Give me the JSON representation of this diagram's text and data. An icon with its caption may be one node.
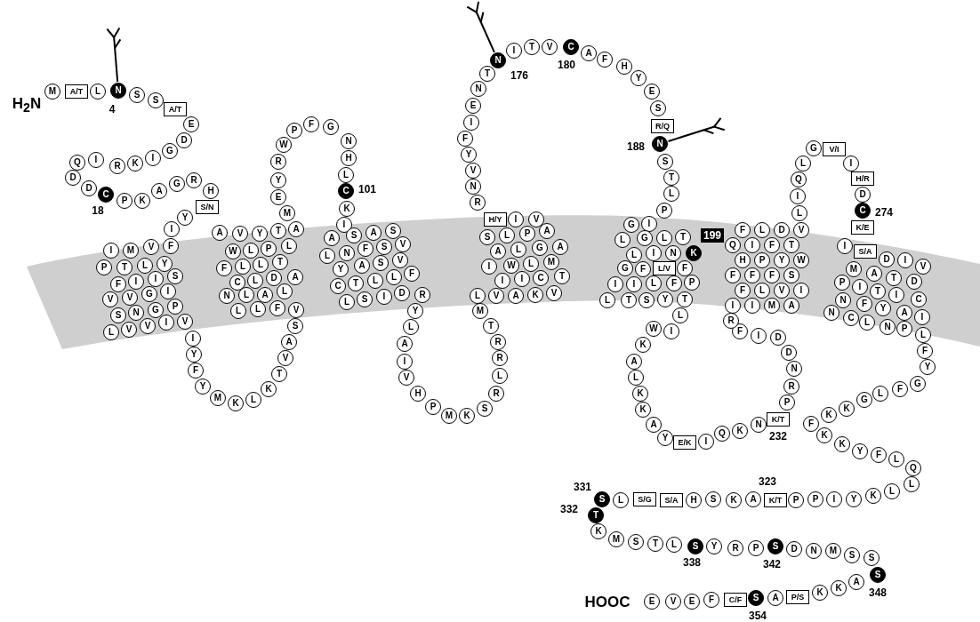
{
  "diagram": {
    "nodes": [
      {
        "text": [
          "M"
        ]
      },
      {
        "text": [
          "A/T"
        ]
      },
      {
        "text": [
          "L"
        ]
      },
      {
        "text": [
          "N"
        ],
        "beside": [
          "4"
        ]
      },
      {
        "text": [
          "S"
        ]
      },
      {
        "text": [
          "S"
        ]
      },
      {
        "text": [
          "A/T"
        ]
      },
      {
        "text": [
          "E"
        ]
      },
      {
        "text": [
          "D"
        ]
      },
      {
        "text": [
          "G"
        ]
      },
      {
        "text": [
          "I"
        ]
      },
      {
        "text": [
          "K"
        ]
      },
      {
        "text": [
          "R"
        ]
      },
      {
        "text": [
          "I"
        ]
      },
      {
        "text": [
          "Q"
        ]
      },
      {
        "text": [
          "D"
        ]
      },
      {
        "text": [
          "D"
        ]
      },
      {
        "text": [
          "C"
        ],
        "beside": [
          "18"
        ]
      },
      {
        "text": [
          "P"
        ]
      },
      {
        "text": [
          "K"
        ]
      },
      {
        "text": [
          "A"
        ]
      },
      {
        "text": [
          "G"
        ]
      },
      {
        "text": [
          "R"
        ]
      },
      {
        "text": [
          "H"
        ]
      },
      {
        "text": [
          "S/N"
        ]
      },
      {
        "text": [
          "Y"
        ]
      },
      {
        "text": [
          "I"
        ]
      },
      {
        "text": [
          "I"
        ]
      },
      {
        "text": [
          "M"
        ]
      },
      {
        "text": [
          "V"
        ]
      },
      {
        "text": [
          "F"
        ]
      },
      {
        "text": [
          "P"
        ]
      },
      {
        "text": [
          "T"
        ]
      },
      {
        "text": [
          "L"
        ]
      },
      {
        "text": [
          "Y"
        ]
      },
      {
        "text": [
          "F"
        ]
      },
      {
        "text": [
          "I"
        ]
      },
      {
        "text": [
          "I"
        ]
      },
      {
        "text": [
          "S"
        ]
      },
      {
        "text": [
          "V"
        ]
      },
      {
        "text": [
          "V"
        ]
      },
      {
        "text": [
          "G"
        ]
      },
      {
        "text": [
          "I"
        ]
      },
      {
        "text": [
          "S"
        ]
      },
      {
        "text": [
          "N"
        ]
      },
      {
        "text": [
          "G"
        ]
      },
      {
        "text": [
          "P"
        ]
      },
      {
        "text": [
          "L"
        ]
      },
      {
        "text": [
          "V"
        ]
      },
      {
        "text": [
          "V"
        ]
      },
      {
        "text": [
          "I"
        ]
      },
      {
        "text": [
          "V"
        ]
      },
      {
        "text": [
          "I"
        ]
      },
      {
        "text": [
          "Y"
        ]
      },
      {
        "text": [
          "F"
        ]
      },
      {
        "text": [
          "Y"
        ]
      },
      {
        "text": [
          "M"
        ]
      },
      {
        "text": [
          "K"
        ]
      },
      {
        "text": [
          "L"
        ]
      },
      {
        "text": [
          "K"
        ]
      },
      {
        "text": [
          "T"
        ]
      },
      {
        "text": [
          "V"
        ]
      },
      {
        "text": [
          "A"
        ]
      },
      {
        "text": [
          "S"
        ]
      },
      {
        "text": [
          "A"
        ]
      },
      {
        "text": [
          "V"
        ]
      },
      {
        "text": [
          "Y"
        ]
      },
      {
        "text": [
          "T"
        ]
      },
      {
        "text": [
          "A"
        ]
      },
      {
        "text": [
          "W"
        ]
      },
      {
        "text": [
          "L"
        ]
      },
      {
        "text": [
          "P"
        ]
      },
      {
        "text": [
          "L"
        ]
      },
      {
        "text": [
          "F"
        ]
      },
      {
        "text": [
          "L"
        ]
      },
      {
        "text": [
          "L"
        ]
      },
      {
        "text": [
          "T"
        ]
      },
      {
        "text": [
          "C"
        ]
      },
      {
        "text": [
          "L"
        ]
      },
      {
        "text": [
          "D"
        ]
      },
      {
        "text": [
          "A"
        ]
      },
      {
        "text": [
          "N"
        ]
      },
      {
        "text": [
          "L"
        ]
      },
      {
        "text": [
          "A"
        ]
      },
      {
        "text": [
          "L"
        ]
      },
      {
        "text": [
          "L"
        ]
      },
      {
        "text": [
          "L"
        ]
      },
      {
        "text": [
          "F"
        ]
      },
      {
        "text": [
          "V"
        ]
      },
      {
        "text": [
          "M"
        ]
      },
      {
        "text": [
          "E"
        ]
      },
      {
        "text": [
          "Y"
        ]
      },
      {
        "text": [
          "R"
        ]
      },
      {
        "text": [
          "W"
        ]
      },
      {
        "text": [
          "P"
        ]
      },
      {
        "text": [
          "F"
        ]
      },
      {
        "text": [
          "G"
        ]
      },
      {
        "text": [
          "N"
        ]
      },
      {
        "text": [
          "H"
        ]
      },
      {
        "text": [
          "L"
        ]
      },
      {
        "text": [
          "C"
        ],
        "beside": [
          "101"
        ]
      },
      {
        "text": [
          "K"
        ]
      },
      {
        "text": [
          "I"
        ]
      },
      {
        "text": [
          "A"
        ]
      },
      {
        "text": [
          "S"
        ]
      },
      {
        "text": [
          "A"
        ]
      },
      {
        "text": [
          "S"
        ]
      },
      {
        "text": [
          "L"
        ]
      },
      {
        "text": [
          "N"
        ]
      },
      {
        "text": [
          "F"
        ]
      },
      {
        "text": [
          "S"
        ]
      },
      {
        "text": [
          "V"
        ]
      },
      {
        "text": [
          "Y"
        ]
      },
      {
        "text": [
          "A"
        ]
      },
      {
        "text": [
          "S"
        ]
      },
      {
        "text": [
          "V"
        ]
      },
      {
        "text": [
          "C"
        ]
      },
      {
        "text": [
          "T"
        ]
      },
      {
        "text": [
          "L"
        ]
      },
      {
        "text": [
          "L"
        ]
      },
      {
        "text": [
          "F"
        ]
      },
      {
        "text": [
          "L"
        ]
      },
      {
        "text": [
          "S"
        ]
      },
      {
        "text": [
          "I"
        ]
      },
      {
        "text": [
          "D"
        ]
      },
      {
        "text": [
          "R"
        ]
      },
      {
        "text": [
          "Y"
        ]
      },
      {
        "text": [
          "L"
        ]
      },
      {
        "text": [
          "A"
        ]
      },
      {
        "text": [
          "I"
        ]
      },
      {
        "text": [
          "V"
        ]
      },
      {
        "text": [
          "H"
        ]
      },
      {
        "text": [
          "P"
        ]
      },
      {
        "text": [
          "M"
        ]
      },
      {
        "text": [
          "K"
        ]
      },
      {
        "text": [
          "S"
        ]
      },
      {
        "text": [
          "R"
        ]
      },
      {
        "text": [
          "L"
        ]
      },
      {
        "text": [
          "R"
        ]
      },
      {
        "text": [
          "R"
        ]
      },
      {
        "text": [
          "T"
        ]
      },
      {
        "text": [
          "M"
        ]
      },
      {
        "text": [
          "H/Y"
        ]
      },
      {
        "text": [
          "I"
        ]
      },
      {
        "text": [
          "V"
        ]
      },
      {
        "text": [
          "S"
        ]
      },
      {
        "text": [
          "L"
        ]
      },
      {
        "text": [
          "P"
        ]
      },
      {
        "text": [
          "A"
        ]
      },
      {
        "text": [
          "A"
        ]
      },
      {
        "text": [
          "L"
        ]
      },
      {
        "text": [
          "G"
        ]
      },
      {
        "text": [
          "A"
        ]
      },
      {
        "text": [
          "I"
        ]
      },
      {
        "text": [
          "W"
        ]
      },
      {
        "text": [
          "L"
        ]
      },
      {
        "text": [
          "M"
        ]
      },
      {
        "text": [
          "I"
        ]
      },
      {
        "text": [
          "I"
        ]
      },
      {
        "text": [
          "C"
        ]
      },
      {
        "text": [
          "T"
        ]
      },
      {
        "text": [
          "L"
        ]
      },
      {
        "text": [
          "V"
        ]
      },
      {
        "text": [
          "A"
        ]
      },
      {
        "text": [
          "K"
        ]
      },
      {
        "text": [
          "V"
        ]
      },
      {
        "text": [
          "R"
        ]
      },
      {
        "text": [
          "N"
        ]
      },
      {
        "text": [
          "V"
        ]
      },
      {
        "text": [
          "Y"
        ]
      },
      {
        "text": [
          "F"
        ]
      },
      {
        "text": [
          "I"
        ]
      },
      {
        "text": [
          "E"
        ]
      },
      {
        "text": [
          "N"
        ]
      },
      {
        "text": [
          "T"
        ]
      },
      {
        "text": [
          "N"
        ],
        "beside": [
          "176"
        ]
      },
      {
        "text": [
          "I"
        ]
      },
      {
        "text": [
          "T"
        ]
      },
      {
        "text": [
          "V"
        ]
      },
      {
        "text": [
          "C"
        ],
        "beside": [
          "180"
        ]
      },
      {
        "text": [
          "A"
        ]
      },
      {
        "text": [
          "F"
        ]
      },
      {
        "text": [
          "H"
        ]
      },
      {
        "text": [
          "Y"
        ]
      },
      {
        "text": [
          "E"
        ]
      },
      {
        "text": [
          "S"
        ]
      },
      {
        "text": [
          "R/Q"
        ]
      },
      {
        "text": [
          "N"
        ],
        "beside": [
          "188"
        ]
      },
      {
        "text": [
          "S"
        ]
      },
      {
        "text": [
          "T"
        ]
      },
      {
        "text": [
          "L"
        ]
      },
      {
        "text": [
          "P"
        ]
      },
      {
        "text": [
          "G"
        ]
      },
      {
        "text": [
          "I"
        ]
      },
      {
        "text": [
          "L"
        ]
      },
      {
        "text": [
          "G"
        ]
      },
      {
        "text": [
          "L"
        ]
      },
      {
        "text": [
          "T"
        ]
      },
      {
        "text": [
          "L"
        ]
      },
      {
        "text": [
          "I"
        ]
      },
      {
        "text": [
          "N"
        ]
      },
      {
        "text": [
          "K"
        ],
        "beside": [
          "199"
        ]
      },
      {
        "text": [
          "G"
        ]
      },
      {
        "text": [
          "F"
        ]
      },
      {
        "text": [
          "L/V"
        ]
      },
      {
        "text": [
          "F"
        ]
      },
      {
        "text": [
          "I"
        ]
      },
      {
        "text": [
          "I"
        ]
      },
      {
        "text": [
          "L"
        ]
      },
      {
        "text": [
          "F"
        ]
      },
      {
        "text": [
          "P"
        ]
      },
      {
        "text": [
          "L"
        ]
      },
      {
        "text": [
          "T"
        ]
      },
      {
        "text": [
          "S"
        ]
      },
      {
        "text": [
          "Y"
        ]
      },
      {
        "text": [
          "T"
        ]
      },
      {
        "text": [
          "L"
        ]
      },
      {
        "text": [
          "I"
        ]
      },
      {
        "text": [
          "W"
        ]
      },
      {
        "text": [
          "K"
        ]
      },
      {
        "text": [
          "A"
        ]
      },
      {
        "text": [
          "L"
        ]
      },
      {
        "text": [
          "K"
        ]
      },
      {
        "text": [
          "K"
        ]
      },
      {
        "text": [
          "A"
        ]
      },
      {
        "text": [
          "Y"
        ]
      },
      {
        "text": [
          "E/K"
        ]
      },
      {
        "text": [
          "I"
        ]
      },
      {
        "text": [
          "Q"
        ]
      },
      {
        "text": [
          "K"
        ]
      },
      {
        "text": [
          "N"
        ]
      },
      {
        "text": [
          "K/T"
        ],
        "beside": [
          "232"
        ]
      },
      {
        "text": [
          "P"
        ]
      },
      {
        "text": [
          "R"
        ]
      },
      {
        "text": [
          "N"
        ]
      },
      {
        "text": [
          "D"
        ]
      },
      {
        "text": [
          "D"
        ]
      },
      {
        "text": [
          "I"
        ]
      },
      {
        "text": [
          "F"
        ]
      },
      {
        "text": [
          "R"
        ]
      },
      {
        "text": [
          "F"
        ]
      },
      {
        "text": [
          "L"
        ]
      },
      {
        "text": [
          "D"
        ]
      },
      {
        "text": [
          "V"
        ]
      },
      {
        "text": [
          "Q"
        ]
      },
      {
        "text": [
          "I"
        ]
      },
      {
        "text": [
          "F"
        ]
      },
      {
        "text": [
          "T"
        ]
      },
      {
        "text": [
          "H"
        ]
      },
      {
        "text": [
          "P"
        ]
      },
      {
        "text": [
          "Y"
        ]
      },
      {
        "text": [
          "W"
        ]
      },
      {
        "text": [
          "F"
        ]
      },
      {
        "text": [
          "F"
        ]
      },
      {
        "text": [
          "F"
        ]
      },
      {
        "text": [
          "S"
        ]
      },
      {
        "text": [
          "F"
        ]
      },
      {
        "text": [
          "L"
        ]
      },
      {
        "text": [
          "V"
        ]
      },
      {
        "text": [
          "I"
        ]
      },
      {
        "text": [
          "I"
        ]
      },
      {
        "text": [
          "I"
        ]
      },
      {
        "text": [
          "M"
        ]
      },
      {
        "text": [
          "A"
        ]
      },
      {
        "text": [
          "L"
        ]
      },
      {
        "text": [
          "I"
        ]
      },
      {
        "text": [
          "Q"
        ]
      },
      {
        "text": [
          "L"
        ]
      },
      {
        "text": [
          "G"
        ]
      },
      {
        "text": [
          "V/I"
        ]
      },
      {
        "text": [
          "I"
        ]
      },
      {
        "text": [
          "H/R"
        ]
      },
      {
        "text": [
          "D"
        ]
      },
      {
        "text": [
          "C"
        ],
        "beside": [
          "274"
        ]
      },
      {
        "text": [
          "K/E"
        ]
      },
      {
        "text": [
          "I"
        ]
      },
      {
        "text": [
          "S/A"
        ]
      },
      {
        "text": [
          "D"
        ]
      },
      {
        "text": [
          "I"
        ]
      },
      {
        "text": [
          "V"
        ]
      },
      {
        "text": [
          "M"
        ]
      },
      {
        "text": [
          "A"
        ]
      },
      {
        "text": [
          "T"
        ]
      },
      {
        "text": [
          "D"
        ]
      },
      {
        "text": [
          "P"
        ]
      },
      {
        "text": [
          "I"
        ]
      },
      {
        "text": [
          "T"
        ]
      },
      {
        "text": [
          "I"
        ]
      },
      {
        "text": [
          "C"
        ]
      },
      {
        "text": [
          "N"
        ]
      },
      {
        "text": [
          "F"
        ]
      },
      {
        "text": [
          "Y"
        ]
      },
      {
        "text": [
          "A"
        ]
      },
      {
        "text": [
          "I"
        ]
      },
      {
        "text": [
          "N"
        ]
      },
      {
        "text": [
          "C"
        ]
      },
      {
        "text": [
          "L"
        ]
      },
      {
        "text": [
          "N"
        ]
      },
      {
        "text": [
          "P"
        ]
      },
      {
        "text": [
          "L"
        ]
      },
      {
        "text": [
          "F"
        ]
      },
      {
        "text": [
          "Y"
        ]
      },
      {
        "text": [
          "G"
        ]
      },
      {
        "text": [
          "F"
        ]
      },
      {
        "text": [
          "L"
        ]
      },
      {
        "text": [
          "G"
        ]
      },
      {
        "text": [
          "K"
        ]
      },
      {
        "text": [
          "K"
        ]
      },
      {
        "text": [
          "F"
        ]
      },
      {
        "text": [
          "K"
        ]
      },
      {
        "text": [
          "K"
        ]
      },
      {
        "text": [
          "Y"
        ]
      },
      {
        "text": [
          "F"
        ]
      },
      {
        "text": [
          "L"
        ]
      },
      {
        "text": [
          "Q"
        ]
      },
      {
        "text": [
          "L"
        ]
      },
      {
        "text": [
          "L"
        ]
      },
      {
        "text": [
          "K"
        ]
      },
      {
        "text": [
          "Y"
        ]
      },
      {
        "text": [
          "I"
        ]
      },
      {
        "text": [
          "P"
        ]
      },
      {
        "text": [
          "P"
        ]
      },
      {
        "text": [
          "K/T"
        ],
        "beside": [
          "323"
        ]
      },
      {
        "text": [
          "A"
        ]
      },
      {
        "text": [
          "K"
        ]
      },
      {
        "text": [
          "S"
        ]
      },
      {
        "text": [
          "H"
        ]
      },
      {
        "text": [
          "S/A"
        ]
      },
      {
        "text": [
          "S/G"
        ]
      },
      {
        "text": [
          "L"
        ]
      },
      {
        "text": [
          "S"
        ],
        "beside": [
          "331"
        ]
      },
      {
        "text": [
          "T"
        ],
        "beside": [
          "332"
        ]
      },
      {
        "text": [
          "K"
        ]
      },
      {
        "text": [
          "M"
        ]
      },
      {
        "text": [
          "S"
        ]
      },
      {
        "text": [
          "T"
        ]
      },
      {
        "text": [
          "L"
        ]
      },
      {
        "text": [
          "S"
        ],
        "beside": [
          "338"
        ]
      },
      {
        "text": [
          "Y"
        ]
      },
      {
        "text": [
          "R"
        ]
      },
      {
        "text": [
          "P"
        ]
      },
      {
        "text": [
          "S"
        ],
        "beside": [
          "342"
        ]
      },
      {
        "text": [
          "D"
        ]
      },
      {
        "text": [
          "N"
        ]
      },
      {
        "text": [
          "M"
        ]
      },
      {
        "text": [
          "S"
        ]
      },
      {
        "text": [
          "S"
        ]
      },
      {
        "text": [
          "S"
        ],
        "beside": [
          "348"
        ]
      },
      {
        "text": [
          "A"
        ]
      },
      {
        "text": [
          "K"
        ]
      },
      {
        "text": [
          "K"
        ]
      },
      {
        "text": [
          "P/S"
        ]
      },
      {
        "text": [
          "A"
        ]
      },
      {
        "text": [
          "S"
        ],
        "beside": [
          "354"
        ]
      },
      {
        "text": [
          "C/F"
        ]
      },
      {
        "text": [
          "F"
        ]
      },
      {
        "text": [
          "E"
        ]
      },
      {
        "text": [
          "V"
        ]
      },
      {
        "text": [
          "E"
        ]
      }
    ],
    "edges": [
      {
        "from": null,
        "to": 3,
        "arrow": "other"
      },
      {
        "from": null,
        "to": 175,
        "arrow": "other"
      },
      {
        "from": null,
        "to": 187,
        "arrow": "other"
      }
    ],
    "labels": [
      "H$_{2}$N",
      "HOOC"
    ]
  }
}
